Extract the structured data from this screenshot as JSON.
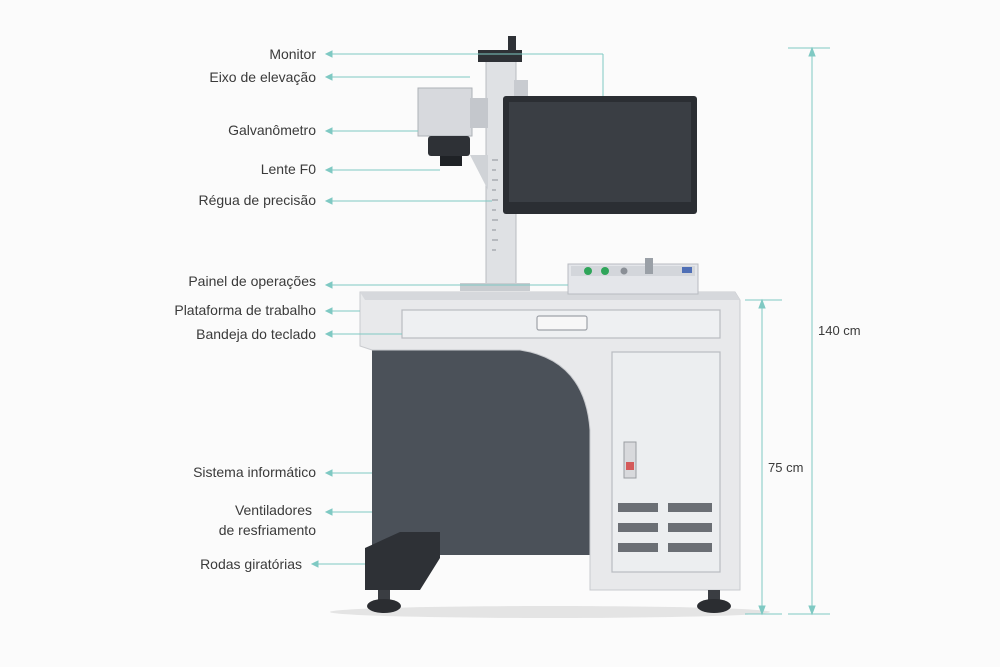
{
  "labels": [
    {
      "id": "monitor",
      "text": "Monitor"
    },
    {
      "id": "elevation-axis",
      "text": "Eixo de elevação"
    },
    {
      "id": "galvanometer",
      "text": "Galvanômetro"
    },
    {
      "id": "f0-lens",
      "text": "Lente F0"
    },
    {
      "id": "precision-ruler",
      "text": "Régua de precisão"
    },
    {
      "id": "operation-panel",
      "text": "Painel de operações"
    },
    {
      "id": "work-platform",
      "text": "Plataforma de trabalho"
    },
    {
      "id": "keyboard-tray",
      "text": "Bandeja do teclado"
    },
    {
      "id": "computer-system",
      "text": "Sistema informático"
    },
    {
      "id": "cooling-fans-line1",
      "text": "Ventiladores"
    },
    {
      "id": "cooling-fans-line2",
      "text": "de resfriamento"
    },
    {
      "id": "swivel-wheels",
      "text": "Rodas giratórias"
    }
  ],
  "dimensions": {
    "total_height": "140 cm",
    "table_height": "75 cm"
  },
  "colors": {
    "leader_line": "#7fc9c3",
    "cabinet": "#e7e8ea",
    "dark_panel": "#4a5058",
    "monitor_frame": "#2b2e33"
  }
}
